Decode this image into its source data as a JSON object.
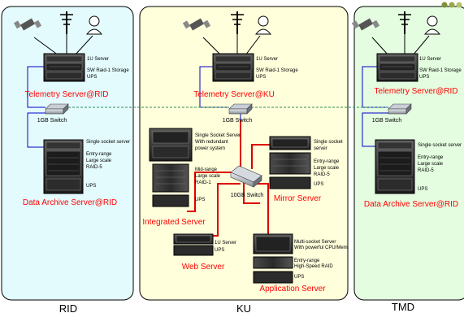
{
  "panels": {
    "rid": {
      "label": "RID",
      "fill": "#e4fbfd"
    },
    "ku": {
      "label": "KU",
      "fill": "#ffffdc"
    },
    "tmd": {
      "label": "TMD",
      "fill": "#e4fde0"
    }
  },
  "server_spec": {
    "telemetry": [
      "1U Server",
      "SW Raid-1 Storage",
      "UPS"
    ],
    "archive_top": [
      "Single socket server"
    ],
    "archive_mid": [
      "Entry-range",
      "Large scale",
      "RAID-5"
    ],
    "archive_ups": "UPS",
    "integrated_top": [
      "Single Socket Server",
      "With redundant",
      "power system"
    ],
    "integrated_mid": [
      "Mid-range",
      "Large scale",
      "RAID-1"
    ],
    "integrated_ups": "UPS",
    "mirror_top": [
      "Single socket",
      "server"
    ],
    "mirror_mid": [
      "Entry-range",
      "Large scale",
      "RAID-5"
    ],
    "mirror_ups": "UPS",
    "web": [
      "1U Server",
      "UPS"
    ],
    "app_top": [
      "Multi-socket Server",
      "With powerful CPU/Mem"
    ],
    "app_mid": [
      "Entry-range",
      "High-Speed RAID"
    ],
    "app_ups": "UPS"
  },
  "titles": {
    "telemetry_rid": "Telemetry Server@RID",
    "telemetry_ku": "Telemetry Server@KU",
    "telemetry_tmd": "Telemetry Server@RID",
    "archive_rid": "Data Archive Server@RID",
    "archive_tmd": "Data Archive Server@RID",
    "integrated": "Integrated Server",
    "mirror": "Mirror Server",
    "web": "Web Server",
    "application": "Application Server"
  },
  "switches": {
    "rid": "1GB Switch",
    "ku": "1GB Switch",
    "tmd": "1GB Switch",
    "core": "10GB Switch"
  },
  "colors": {
    "title_red": "#ff0000",
    "link_blue": "#0000cc",
    "link_red": "#dd0000",
    "wan_dash": "#2e8b57",
    "panel_border": "#000000",
    "accent_dots": "#9aa84a"
  }
}
